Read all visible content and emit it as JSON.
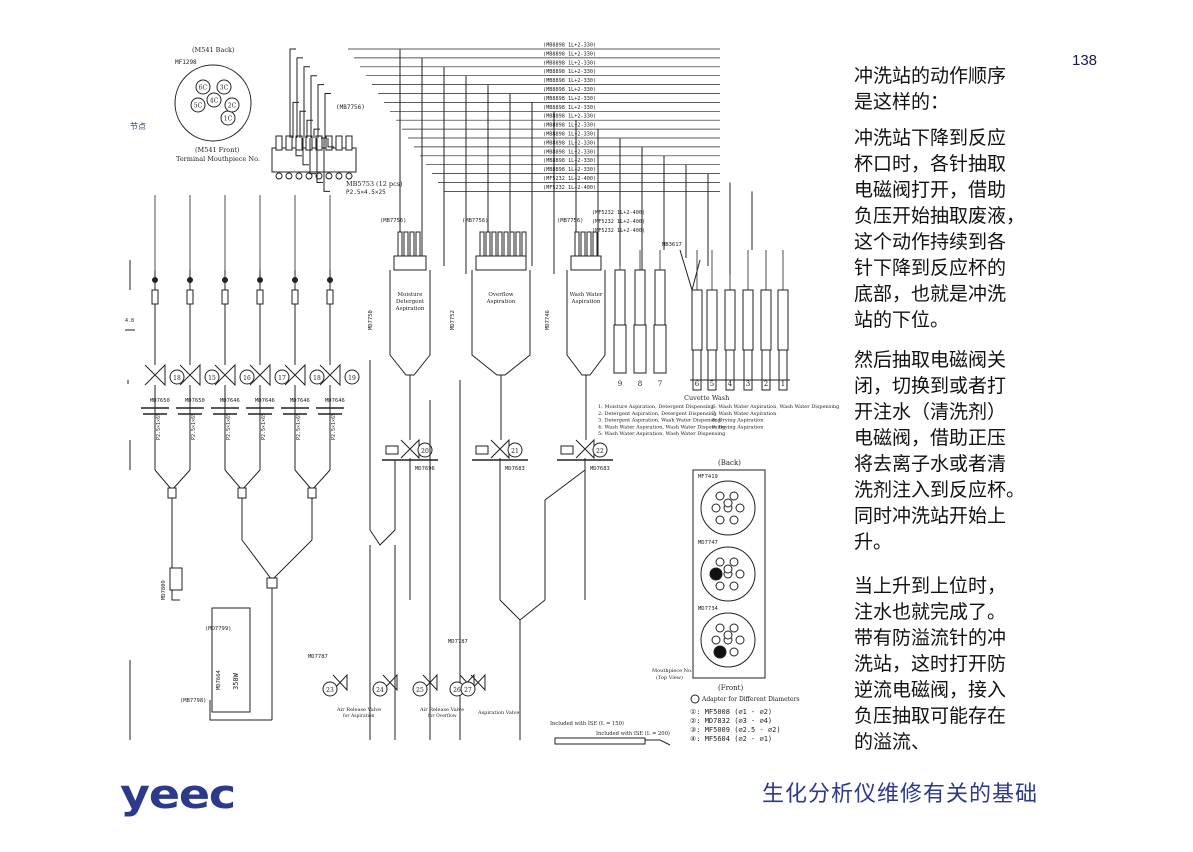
{
  "page_number": "138",
  "side_note": "节点",
  "logo_text": "yeec",
  "footer_title": "生化分析仪维修有关的基础",
  "paragraphs": [
    [
      "冲洗站的动作顺序",
      "是这样的："
    ],
    [
      "冲洗站下降到反应",
      "杯口时，各针抽取",
      "电磁阀打开，借助",
      "负压开始抽取废液，",
      "这个动作持续到各",
      "针下降到反应杯的",
      "底部，也就是冲洗",
      "站的下位。"
    ],
    [
      "然后抽取电磁阀关",
      "闭，切换到或者打",
      "开注水（清洗剂）",
      "电磁阀，借助正压",
      "将去离子水或者清",
      "洗剂注入到反应杯。",
      "同时冲洗站开始上",
      "升。"
    ],
    [
      "当上升到上位时，",
      "注水也就完成了。",
      "带有防溢流针的冲",
      "洗站，这时打开防",
      "逆流电磁阀，接入",
      "负压抽取可能存在",
      "的溢流、"
    ]
  ],
  "colors": {
    "text": "#111111",
    "accent": "#2d3a8c",
    "line": "#222222"
  },
  "diagram": {
    "connector_top_title": "(M541 Back)",
    "connector_top_code": "MF1298",
    "connector_front": "(M541 Front)",
    "connector_caption": "Terminal Mouthpiece No.",
    "connector_pins": [
      "1C",
      "2C",
      "3C",
      "4C",
      "5C",
      "6C"
    ],
    "mb7756": "(MB7756)",
    "mb5753": "MB5753 (12 pcs)",
    "mb5753_sub": "P2.5×4.5×25",
    "harness_labels": [
      "(MB8898 1L+2-330)",
      "(MB8898 1L+2-330)",
      "(MB8898 1L+2-330)",
      "(MB8898 1L+2-330)",
      "(MB8898 1L+2-330)",
      "(MB8898 1L+2-330)",
      "(MB8898 1L+2-330)",
      "(MB8898 1L+2-330)",
      "(MB8898 1L+2-330)",
      "(MB8898 1L+2-330)",
      "(MB8898 1L+2-330)",
      "(MB8898 1L+2-330)",
      "(MB8898 1L+2-330)",
      "(MB8898 1L+2-330)",
      "(MB8898 1L+2-330)",
      "(MF5232 1L+2-400)",
      "(MF5232 1L+2-400)"
    ],
    "harness_labels_short": [
      "(MF5232 1L+2-400)",
      "(MF5232 1L+2-400)",
      "(MF5232 1L+2-400)"
    ],
    "chamber_labels": [
      {
        "tag": "(MB7756)",
        "name": [
          "Moisture",
          "Detergent",
          "Aspiration"
        ],
        "code": "MD7750"
      },
      {
        "tag": "(MB7756)",
        "name": [
          "Overflow",
          "Aspiration"
        ],
        "code": "MD7752"
      },
      {
        "tag": "(MB7756)",
        "name": [
          "Wash Water",
          "Aspiration"
        ],
        "code": "MD7746"
      }
    ],
    "mb3617": "MB3617",
    "cuvette_numbers": [
      "9",
      "8",
      "7",
      "6",
      "5",
      "4",
      "3",
      "2",
      "1"
    ],
    "cuvette_wash": "Cuvette Wash",
    "valves_top": [
      "18",
      "15",
      "16",
      "17",
      "18",
      "19"
    ],
    "valve_codes_top": [
      "MD7650",
      "MD7650",
      "MD7646",
      "MD7646",
      "MD7646",
      "MD7646"
    ],
    "valves_mid": [
      "20",
      "21",
      "22"
    ],
    "valve_codes_mid": [
      "MD7696",
      "MD7683",
      "MD7683"
    ],
    "valves_bottom": [
      "23",
      "24",
      "25",
      "26",
      "27"
    ],
    "valve_bottom_labels": [
      "Air Release Valve",
      "for Aspiration",
      "Air Release Valve",
      "for Overflow",
      "Aspiration Valve"
    ],
    "legend": [
      "1: Moisture Aspiration, Detergent Dispensing",
      "2: Detergent Aspiration, Detergent Dispensing",
      "3: Detergent Aspiration, Wash Water Dispensing",
      "4: Wash Water Aspiration, Wash Water Dispensing",
      "5: Wash Water Aspiration, Wash Water Dispensing"
    ],
    "legend_right": [
      "6: Wash Water Aspiration, Wash Water Dispensing",
      "7: Wash Water Aspiration",
      "8: Drying Aspiration",
      "9: Drying Aspiration"
    ],
    "mouthpiece_back": "(Back)",
    "mouthpiece_front": "(Front)",
    "mouthpiece_codes": [
      "MF7419",
      "MD7747",
      "MD7734"
    ],
    "mouthpiece_caption": [
      "Mouthpiece No.",
      "(Top View)"
    ],
    "adapter_title": "Adapter for Different Diameters",
    "adapter_items": [
      "①: MF5008 (⌀1 - ⌀2)",
      "②: MD7832 (⌀3 - ⌀4)",
      "③: MF5009 (⌀2.5 - ⌀2)",
      "④: MF5604 (⌀2 - ⌀1)"
    ],
    "ise_1": "Included with ISE (L = 150)",
    "ise_2": "Included with ISE (L = 200)",
    "left_codes": [
      "MD7809",
      "(MD7799)",
      "MD7664",
      "MD7787",
      "MD7787",
      "(MB7798)"
    ],
    "tank_label": "350W"
  }
}
